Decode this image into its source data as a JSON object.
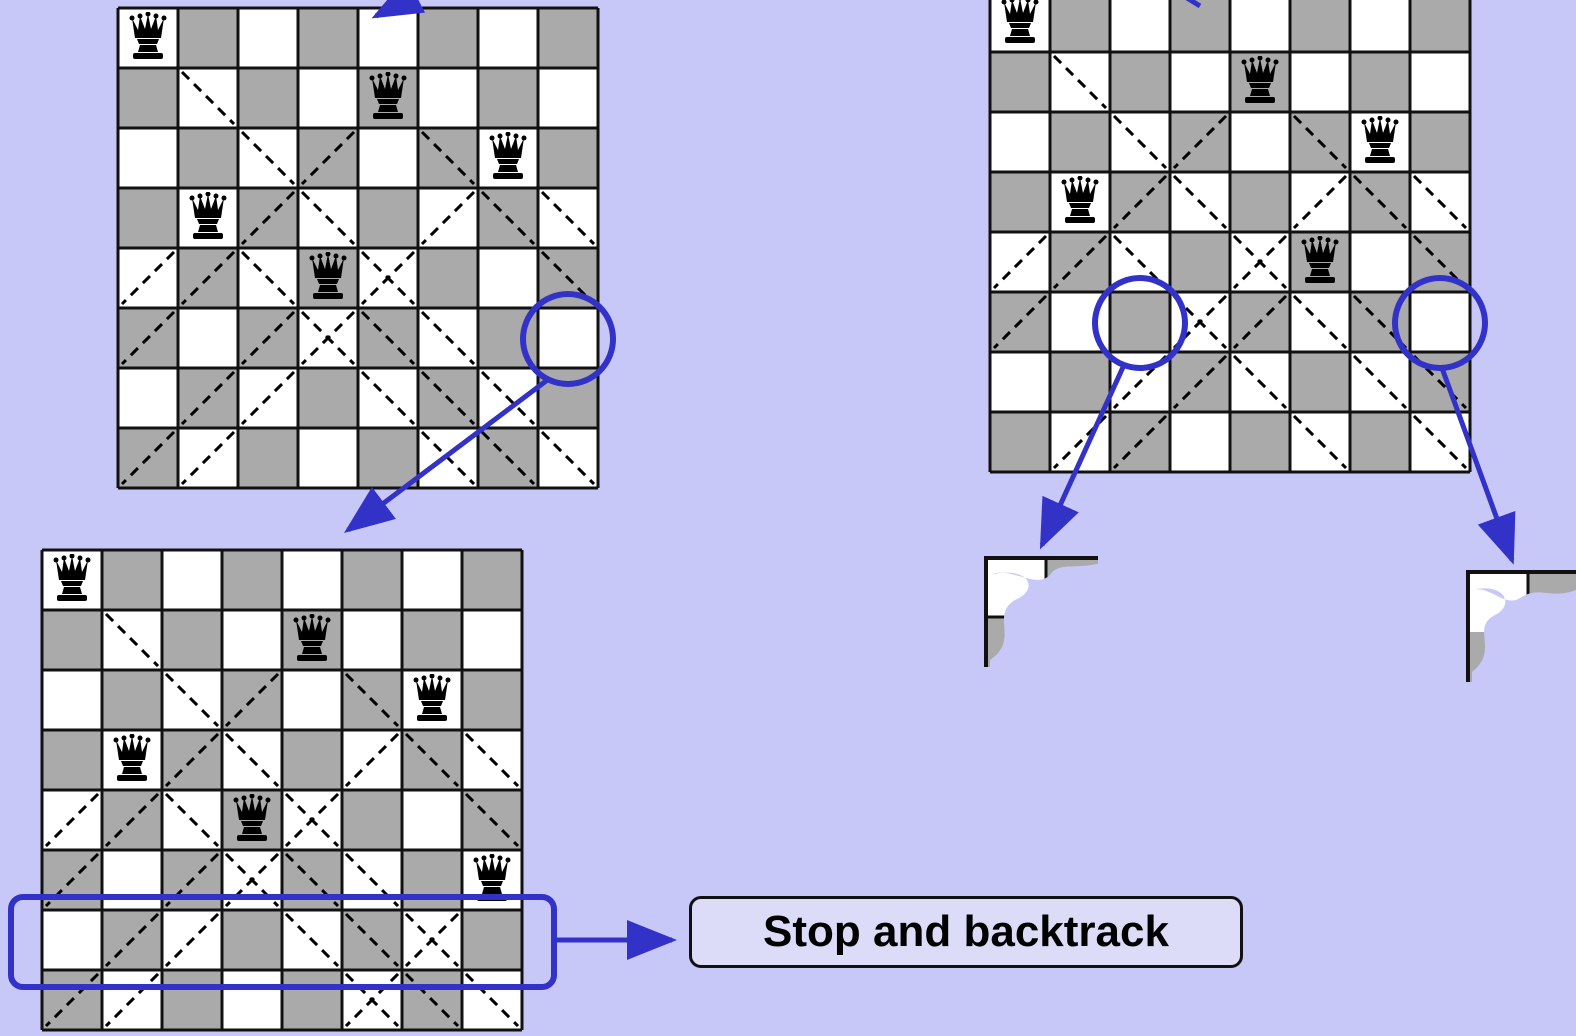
{
  "callout": {
    "text": "Stop and backtrack"
  },
  "colors": {
    "background": "#c8c8f8",
    "light_square": "#ffffff",
    "dark_square": "#aaaaaa",
    "grid_line": "#111111",
    "accent": "#3232c8",
    "callout_fill": "#dcdcf8"
  },
  "icons": {
    "queen": "queen-icon",
    "attack_line": "dashed-diagonal"
  },
  "boards": [
    {
      "id": "board-top-left",
      "size": 8,
      "queens": [
        [
          0,
          0
        ],
        [
          1,
          4
        ],
        [
          2,
          6
        ],
        [
          3,
          1
        ],
        [
          4,
          3
        ]
      ],
      "highlight": {
        "kind": "circle",
        "square": [
          5,
          7
        ]
      }
    },
    {
      "id": "board-bottom-left",
      "size": 8,
      "queens": [
        [
          0,
          0
        ],
        [
          1,
          4
        ],
        [
          2,
          6
        ],
        [
          3,
          1
        ],
        [
          4,
          3
        ],
        [
          5,
          7
        ]
      ],
      "highlight": {
        "kind": "row",
        "row": 6
      }
    },
    {
      "id": "board-top-right",
      "size": 8,
      "queens": [
        [
          0,
          0
        ],
        [
          1,
          4
        ],
        [
          2,
          6
        ],
        [
          3,
          1
        ],
        [
          4,
          5
        ]
      ],
      "highlight": {
        "kind": "circles",
        "squares": [
          [
            5,
            2
          ],
          [
            5,
            7
          ]
        ]
      }
    }
  ]
}
